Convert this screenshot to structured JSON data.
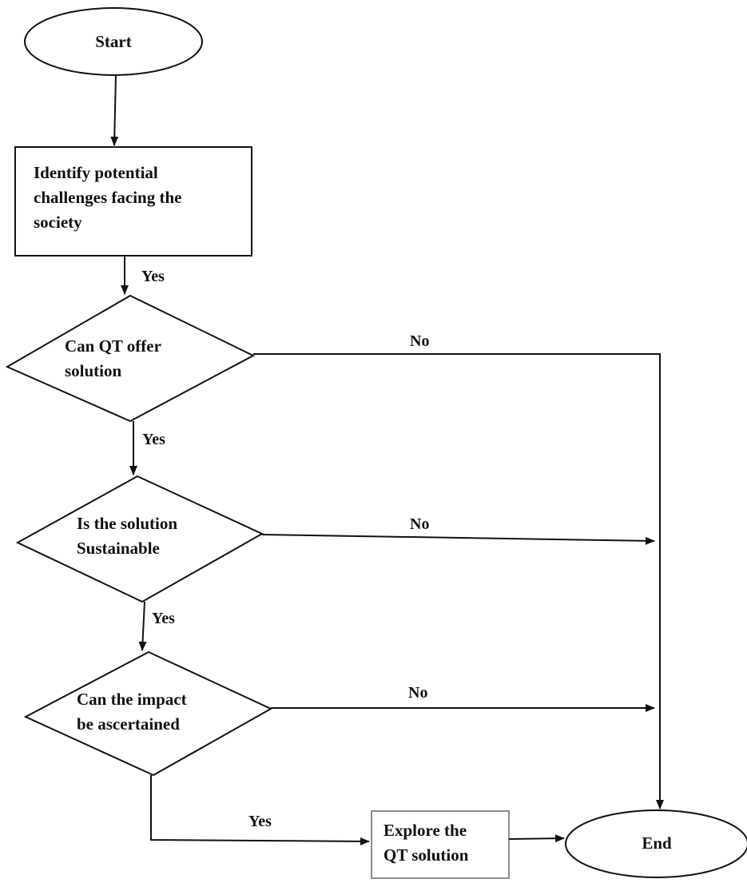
{
  "nodes": {
    "start": "Start",
    "identify": [
      "Identify potential",
      "challenges facing the",
      "society"
    ],
    "decision_qt": [
      "Can QT offer",
      "solution"
    ],
    "decision_sustainable": [
      "Is the solution",
      "Sustainable"
    ],
    "decision_impact": [
      "Can the impact",
      "be ascertained"
    ],
    "explore": [
      "Explore the",
      "QT solution"
    ],
    "end": "End"
  },
  "edge_labels": {
    "identify_to_qt": "Yes",
    "qt_no": "No",
    "qt_yes": "Yes",
    "sustainable_no": "No",
    "sustainable_yes": "Yes",
    "impact_no": "No",
    "impact_yes": "Yes"
  }
}
